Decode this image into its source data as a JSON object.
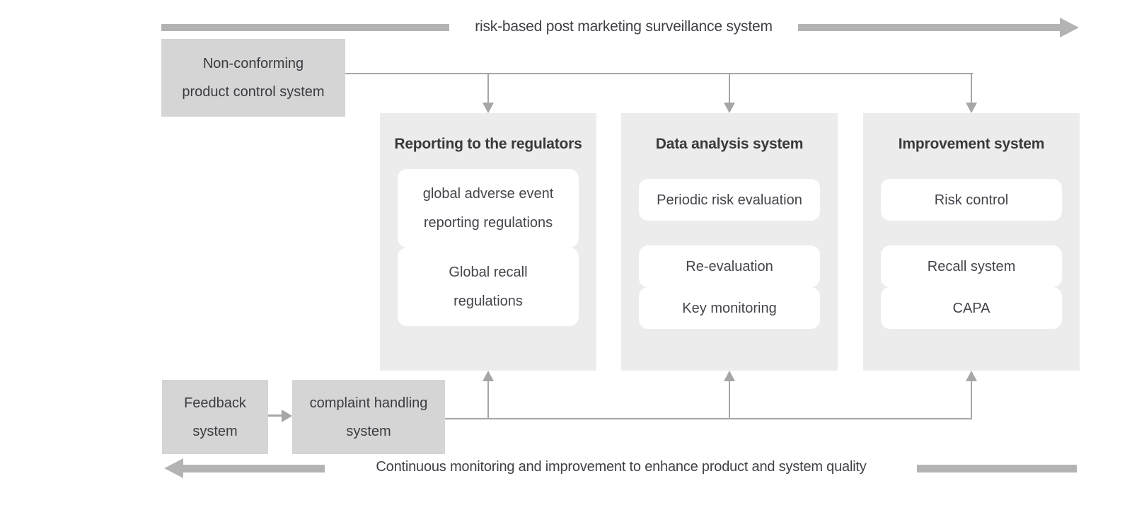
{
  "colors": {
    "box_fill": "#d5d5d5",
    "panel_fill": "#ececec",
    "item_fill": "#ffffff",
    "connector_line": "#a6a6a9",
    "flow_bar": "#b3b3b3",
    "body_text": "#3f3f46",
    "heading_text": "#39393b"
  },
  "icons": {
    "top_flow_arrowhead": "arrow-right-icon",
    "bottom_flow_arrowhead": "arrow-left-icon",
    "panel_in_arrows": "arrow-down-icon",
    "panel_feedback_arrows": "arrow-up-icon",
    "feedback_to_complaint": "arrow-right-icon"
  },
  "flow_top": {
    "label": "risk-based post marketing surveillance system",
    "direction": "right"
  },
  "flow_bottom": {
    "label": "Continuous monitoring and improvement to enhance product and system quality",
    "direction": "left"
  },
  "boxes": {
    "non_conforming": {
      "lines": [
        "Non-conforming",
        "product control system"
      ]
    },
    "feedback": {
      "lines": [
        "Feedback",
        "system"
      ]
    },
    "complaint": {
      "lines": [
        "complaint handling",
        "system"
      ]
    }
  },
  "panels": [
    {
      "title": "Reporting to the regulators",
      "items": [
        {
          "lines": [
            "global adverse event",
            "reporting regulations"
          ]
        },
        {
          "lines": [
            "Global recall",
            "regulations"
          ]
        }
      ]
    },
    {
      "title": "Data analysis system",
      "items": [
        {
          "lines": [
            "Periodic risk evaluation"
          ]
        },
        {
          "lines": [
            "Re-evaluation"
          ]
        },
        {
          "lines": [
            "Key monitoring"
          ]
        }
      ]
    },
    {
      "title": "Improvement system",
      "items": [
        {
          "lines": [
            "Risk control"
          ]
        },
        {
          "lines": [
            "Recall system"
          ]
        },
        {
          "lines": [
            "CAPA"
          ]
        }
      ]
    }
  ]
}
